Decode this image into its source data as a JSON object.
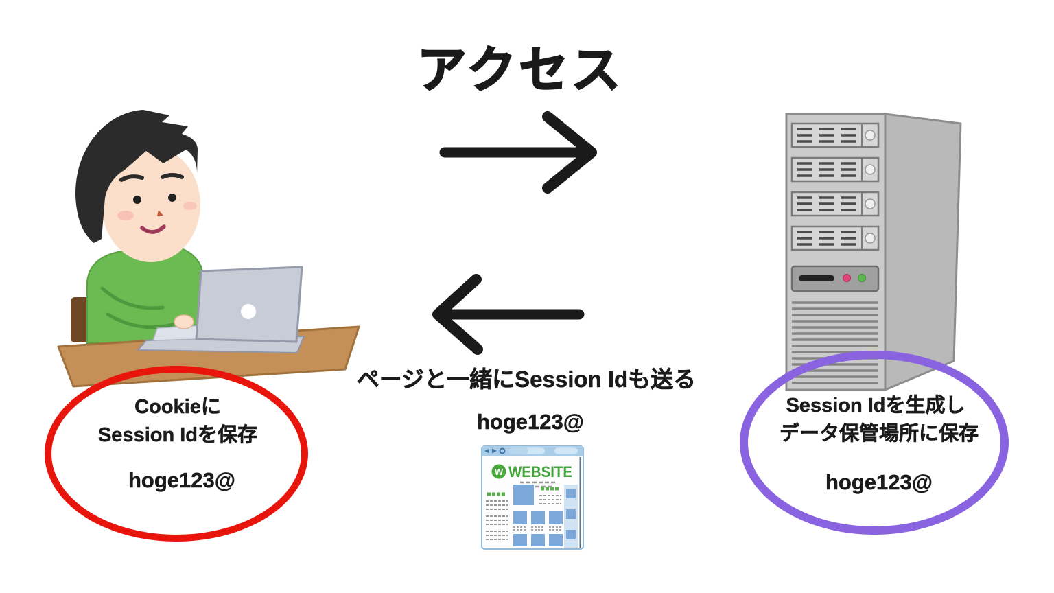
{
  "title": {
    "text": "アクセス"
  },
  "client_note": {
    "line1": "Cookieに",
    "line2": "Session Idを保存",
    "session_id": "hoge123@"
  },
  "response_note": {
    "line1": "ページと一緒にSession Idも送る",
    "session_id": "hoge123@"
  },
  "server_note": {
    "line1": "Session Idを生成し",
    "line2": "データ保管場所に保存",
    "session_id": "hoge123@"
  },
  "website": {
    "logo_letter": "W",
    "title": "WEBSITE"
  },
  "icons": {
    "request": "right-arrow-icon",
    "response": "left-arrow-icon"
  },
  "colors": {
    "client_circle": "#e8150d",
    "server_circle": "#8a63e0",
    "arrow": "#1a1a1a",
    "website_green": "#3fa637",
    "desk_brown": "#c59057",
    "sweater_green": "#6cbb52"
  }
}
